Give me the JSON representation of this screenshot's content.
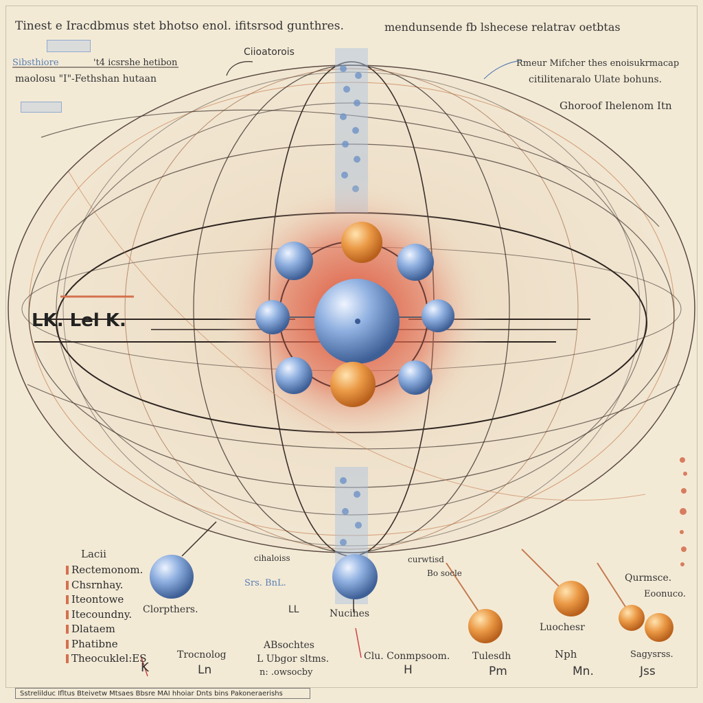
{
  "header": {
    "title_left": "Tinest e Iracdbmus stet bhotso enol. ifitsrsod gunthres.",
    "title_right": "mendunsende fb lshecese relatrav oetbtas"
  },
  "top_labels": {
    "orbitals": "Ciioatorois",
    "left_line1": "Sibsthiore",
    "left_line1b": "'t4 icsrshe hetibon",
    "left_line2": "maolosu \"I\"-Fethshan hutaan",
    "right_line1": "Rmeur Mifcher thes enoisukrmacap",
    "right_line2": "citilitenaralo Ulate bohuns.",
    "right_line3": "Ghoroof Ihelenom Itn"
  },
  "side_label": "LK. Lel K.",
  "legend": {
    "heading": "Lacii",
    "items": [
      "Rectemonom.",
      "Chsrnhay.",
      "Iteontowe",
      "Itecoundny.",
      "Dlataem",
      "Phatibne",
      "Theocuklel:ES"
    ]
  },
  "bottom_labels": {
    "electrons": "Clorpthers.",
    "ll": "LL",
    "nucleus": "Nucihes",
    "atoms": "cihaloiss",
    "sub_atoms": "Srs. BnL.",
    "bonds_top": "curwtisd",
    "bonds": "Bo socle",
    "protons": "Trocnolog",
    "protons_sub": "Ln",
    "k_sub": "K",
    "absorb_1": "ABsochtes",
    "absorb_2": "L Ubgor sltms.",
    "absorb_3": "n: .owsocby",
    "compression": "Clu. Conmpsoom.",
    "compression_sub": "H",
    "nucleus2": "Tulesdh",
    "nucleus2_sub": "Pm",
    "locher": "Luochesr",
    "nph": "Nph",
    "nph_sub": "Mn.",
    "quantum": "Qurmsce.",
    "emission": "Eoonuco.",
    "spectrum": "Sagysrss.",
    "spectrum_sub": "Jss"
  },
  "footer": "Sstrelilduc Ifltus Bteivetw Mtsaes Bbsre MAI hhoiar Dnts bins Pakoneraerishs",
  "colors": {
    "background": "#f3ead6",
    "electron_blue": "#7ea2d6",
    "proton_orange": "#e7903f",
    "glow_red": "#d9482f",
    "orbit_line": "#3a2f2a"
  }
}
